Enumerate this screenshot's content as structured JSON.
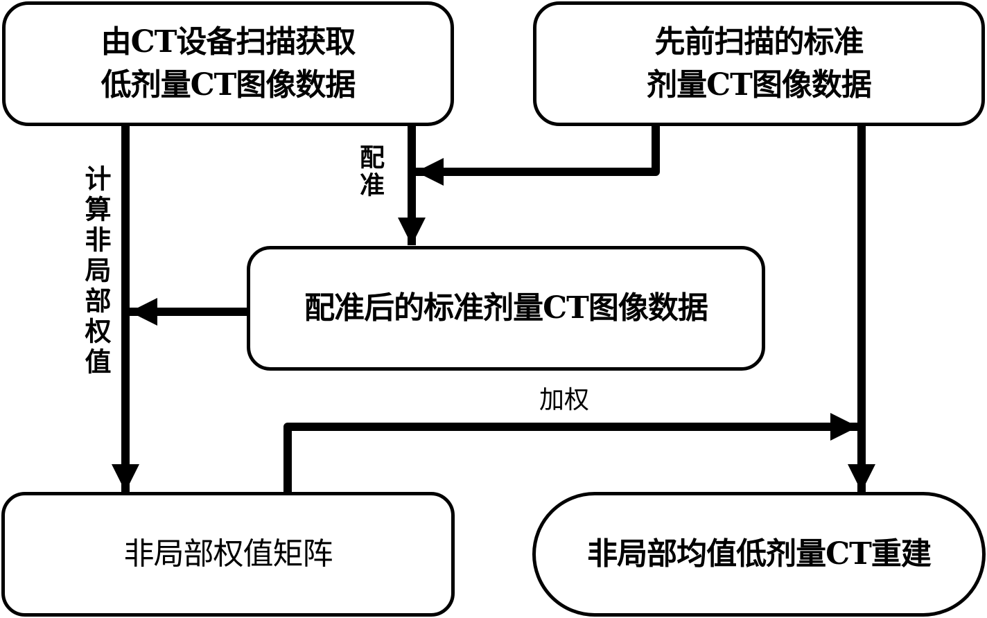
{
  "nodes": {
    "low_dose_scan": {
      "line1": "由CT设备扫描获取",
      "line2": "低剂量CT图像数据"
    },
    "prior_standard": {
      "line1": "先前扫描的标准",
      "line2": "剂量CT图像数据"
    },
    "registered_standard": {
      "label": "配准后的标准剂量CT图像数据"
    },
    "weight_matrix": {
      "label": "非局部权值矩阵"
    },
    "reconstruction": {
      "label": "非局部均值低剂量CT重建"
    }
  },
  "edges": {
    "registration": "配准",
    "compute_weights": "计算非局部权值",
    "weighting": "加权"
  },
  "colors": {
    "stroke": "#000000",
    "background": "#ffffff"
  }
}
